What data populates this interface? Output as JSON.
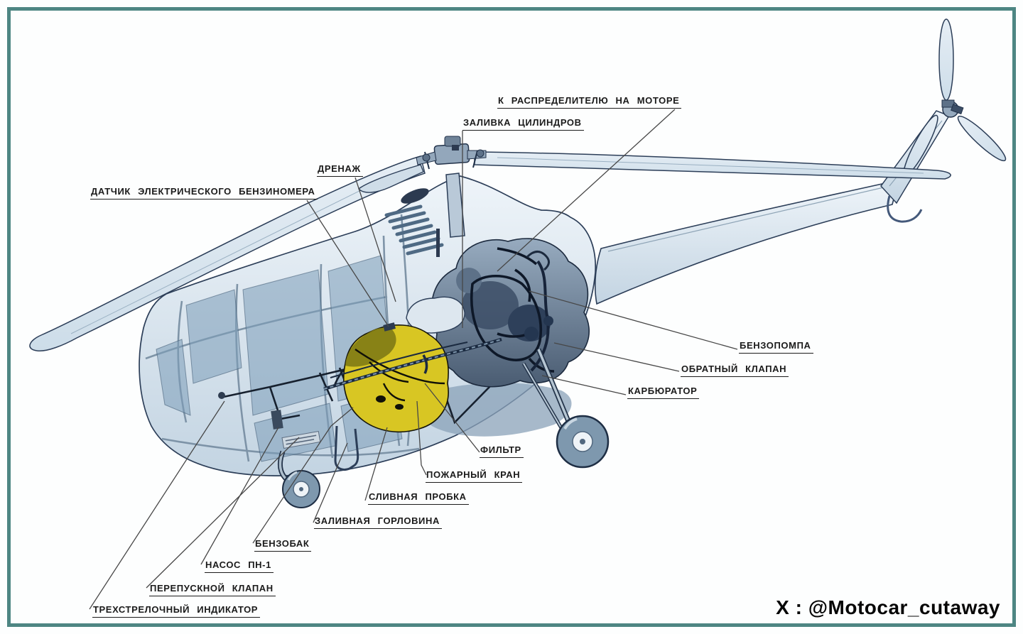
{
  "diagram": {
    "subject": "Helicopter fuel-system cutaway drawing (Mi-1 type)",
    "labels": [
      {
        "id": "to-distributor-on-engine",
        "text": "К РАСПРЕДЕЛИТЕЛЮ НА МОТОРЕ"
      },
      {
        "id": "cylinder-priming",
        "text": "ЗАЛИВКА ЦИЛИНДРОВ"
      },
      {
        "id": "drain-vent",
        "text": "ДРЕНАЖ"
      },
      {
        "id": "electric-fuel-gauge-sensor",
        "text": "ДАТЧИК ЭЛЕКТРИЧЕСКОГО БЕНЗИНОМЕРА"
      },
      {
        "id": "fuel-pump",
        "text": "БЕНЗОПОМПА"
      },
      {
        "id": "check-valve",
        "text": "ОБРАТНЫЙ КЛАПАН"
      },
      {
        "id": "carburetor",
        "text": "КАРБЮРАТОР"
      },
      {
        "id": "filter",
        "text": "ФИЛЬТР"
      },
      {
        "id": "fire-cock",
        "text": "ПОЖАРНЫЙ КРАН"
      },
      {
        "id": "drain-plug",
        "text": "СЛИВНАЯ ПРОБКА"
      },
      {
        "id": "filler-neck",
        "text": "ЗАЛИВНАЯ ГОРЛОВИНА"
      },
      {
        "id": "fuel-tank",
        "text": "БЕНЗОБАК"
      },
      {
        "id": "pump-pn-1",
        "text": "НАСОС ПН-1"
      },
      {
        "id": "bypass-valve",
        "text": "ПЕРЕПУСКНОЙ КЛАПАН"
      },
      {
        "id": "three-pointer-indicator",
        "text": "ТРЕХСТРЕЛОЧНЫЙ ИНДИКАТОР"
      }
    ],
    "colors": {
      "frame_border": "#4e8683",
      "background": "#fdfefe",
      "airframe_light": "#ecf3f8",
      "airframe_shade": "#c3d4e2",
      "glass": "#7b9cb8",
      "engine_dark": "#3c4e66",
      "fuel_tank_yellow": "#d8c623",
      "fuel_tank_olive": "#7f7a15",
      "line_ink": "#2c3e58",
      "label_ink": "#1b1b1b"
    }
  },
  "watermark": {
    "text": "X : @Motocar_cutaway"
  }
}
